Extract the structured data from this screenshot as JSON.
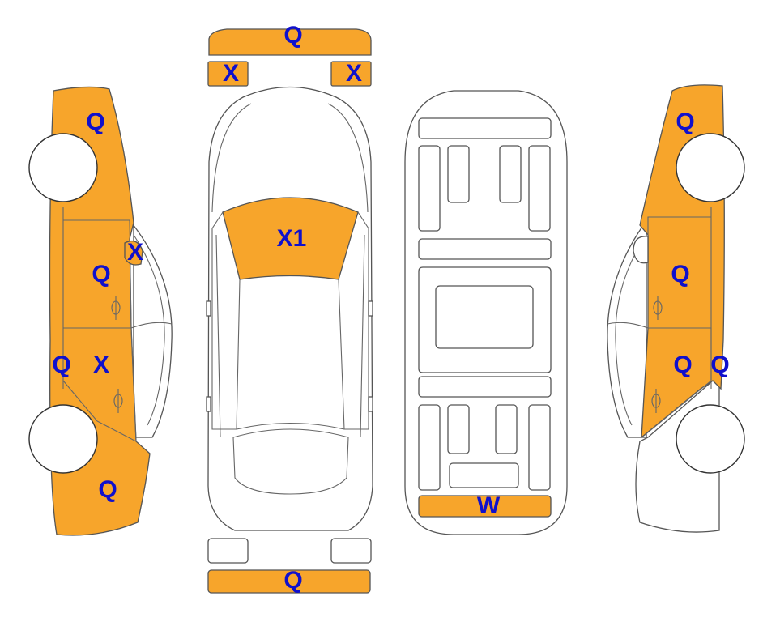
{
  "colors": {
    "damaged_fill": "#F7A52B",
    "mark_text": "#1010CC",
    "outline": "#555555"
  },
  "marks": {
    "front_bumper": "Q",
    "left_headlight": "X",
    "right_headlight": "X",
    "windshield": "X1",
    "rear_bumper": "Q",
    "trunk_panel": "W",
    "left_fender_front": "Q",
    "left_front_door": "Q",
    "left_mirror": "X",
    "left_rear_door": "X",
    "left_rocker": "Q",
    "left_rear_quarter": "Q",
    "right_fender_front": "Q",
    "right_front_door": "Q",
    "right_rear_door": "Q",
    "right_rocker": "Q"
  }
}
